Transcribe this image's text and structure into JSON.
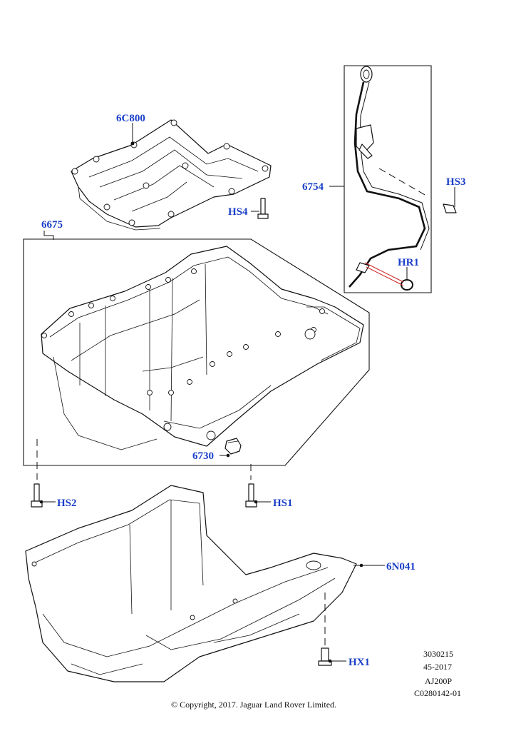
{
  "callouts": {
    "p6c800": "6C800",
    "hs4": "HS4",
    "p6675": "6675",
    "p6754": "6754",
    "hs3": "HS3",
    "hr1": "HR1",
    "p6730": "6730",
    "hs2": "HS2",
    "hs1": "HS1",
    "p6n041": "6N041",
    "hx1": "HX1"
  },
  "reference": {
    "line1": "3030215",
    "line2": "45-2017",
    "line3": "AJ200P",
    "line4": "C0280142-01"
  },
  "copyright": "© Copyright, 2017. Jaguar Land Rover Limited.",
  "colors": {
    "callout": "#1a3fc8",
    "hr1_leader": "#cc2222"
  }
}
